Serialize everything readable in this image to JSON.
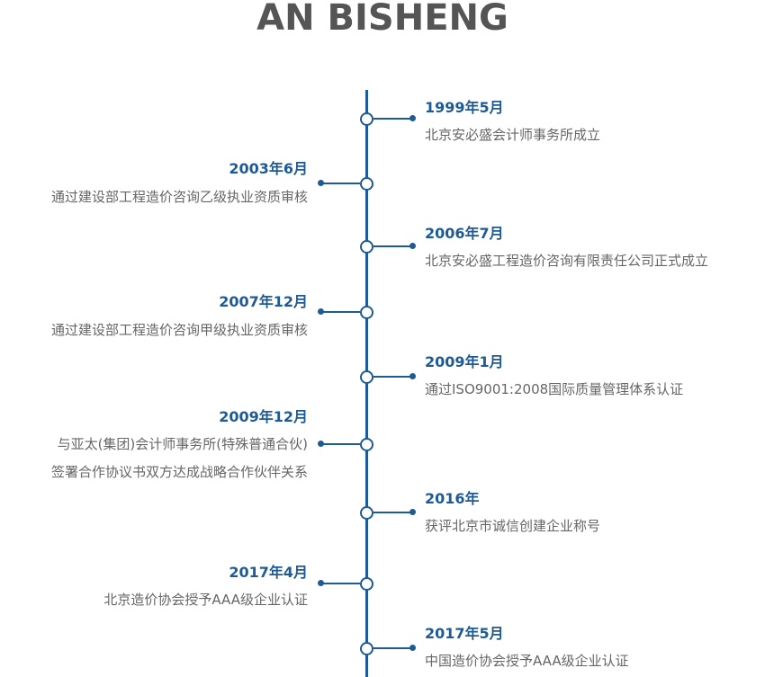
{
  "header": {
    "title": "AN BISHENG"
  },
  "colors": {
    "accent": "#1e5b94",
    "title": "#555555",
    "text": "#666666"
  },
  "timeline": [
    {
      "date": "1999年5月",
      "lines": [
        "北京安必盛会计师事务所成立"
      ]
    },
    {
      "date": "2003年6月",
      "lines": [
        "通过建设部工程造价咨询乙级执业资质审核"
      ]
    },
    {
      "date": "2006年7月",
      "lines": [
        "北京安必盛工程造价咨询有限责任公司正式成立"
      ]
    },
    {
      "date": "2007年12月",
      "lines": [
        "通过建设部工程造价咨询甲级执业资质审核"
      ]
    },
    {
      "date": "2009年1月",
      "lines": [
        "通过ISO9001:2008国际质量管理体系认证"
      ]
    },
    {
      "date": "2009年12月",
      "lines": [
        "与亚太(集团)会计师事务所(特殊普通合伙)",
        "签署合作协议书双方达成战略合作伙伴关系"
      ]
    },
    {
      "date": "2016年",
      "lines": [
        "获评北京市诚信创建企业称号"
      ]
    },
    {
      "date": "2017年4月",
      "lines": [
        "北京造价协会授予AAA级企业认证"
      ]
    },
    {
      "date": "2017年5月",
      "lines": [
        "中国造价协会授予AAA级企业认证"
      ]
    }
  ]
}
